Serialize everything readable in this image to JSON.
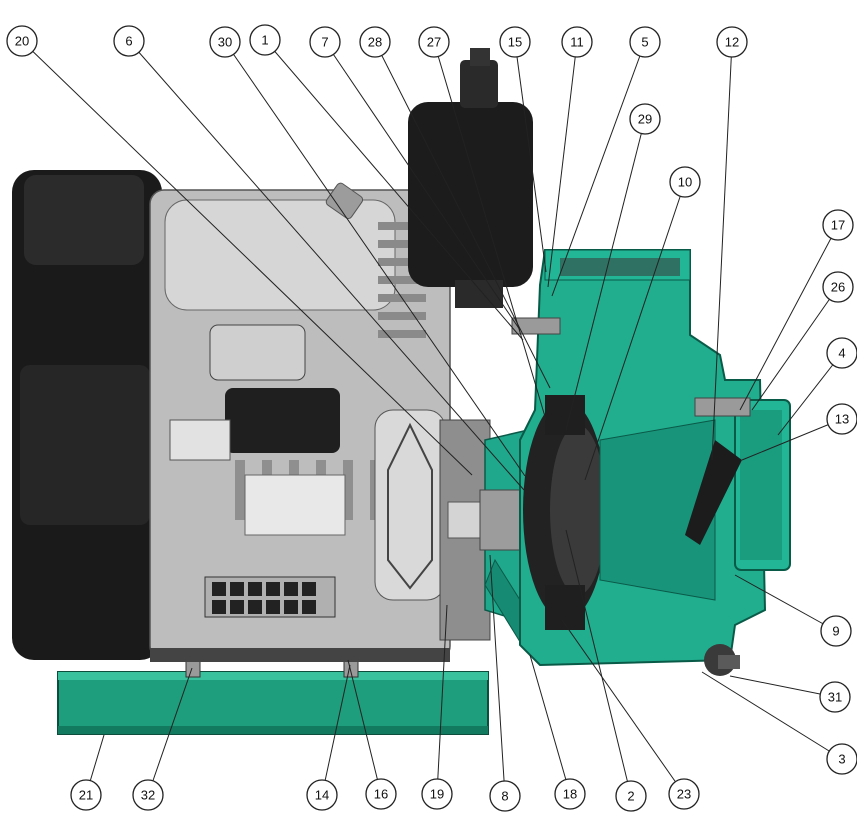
{
  "diagram": {
    "colors": {
      "pump_body": "#1fa88c",
      "pump_dark": "#15806a",
      "engine_gray": "#c9c9c9",
      "engine_dark": "#3a3a3a",
      "black_parts": "#1b1b1b",
      "frame": "#20a07f"
    },
    "callouts": [
      {
        "label": "20"
      },
      {
        "label": "6"
      },
      {
        "label": "30"
      },
      {
        "label": "1"
      },
      {
        "label": "7"
      },
      {
        "label": "28"
      },
      {
        "label": "27"
      },
      {
        "label": "15"
      },
      {
        "label": "11"
      },
      {
        "label": "5"
      },
      {
        "label": "12"
      },
      {
        "label": "29"
      },
      {
        "label": "10"
      },
      {
        "label": "17"
      },
      {
        "label": "26"
      },
      {
        "label": "4"
      },
      {
        "label": "13"
      },
      {
        "label": "9"
      },
      {
        "label": "31"
      },
      {
        "label": "3"
      },
      {
        "label": "23"
      },
      {
        "label": "2"
      },
      {
        "label": "18"
      },
      {
        "label": "8"
      },
      {
        "label": "19"
      },
      {
        "label": "16"
      },
      {
        "label": "14"
      },
      {
        "label": "32"
      },
      {
        "label": "21"
      }
    ]
  }
}
